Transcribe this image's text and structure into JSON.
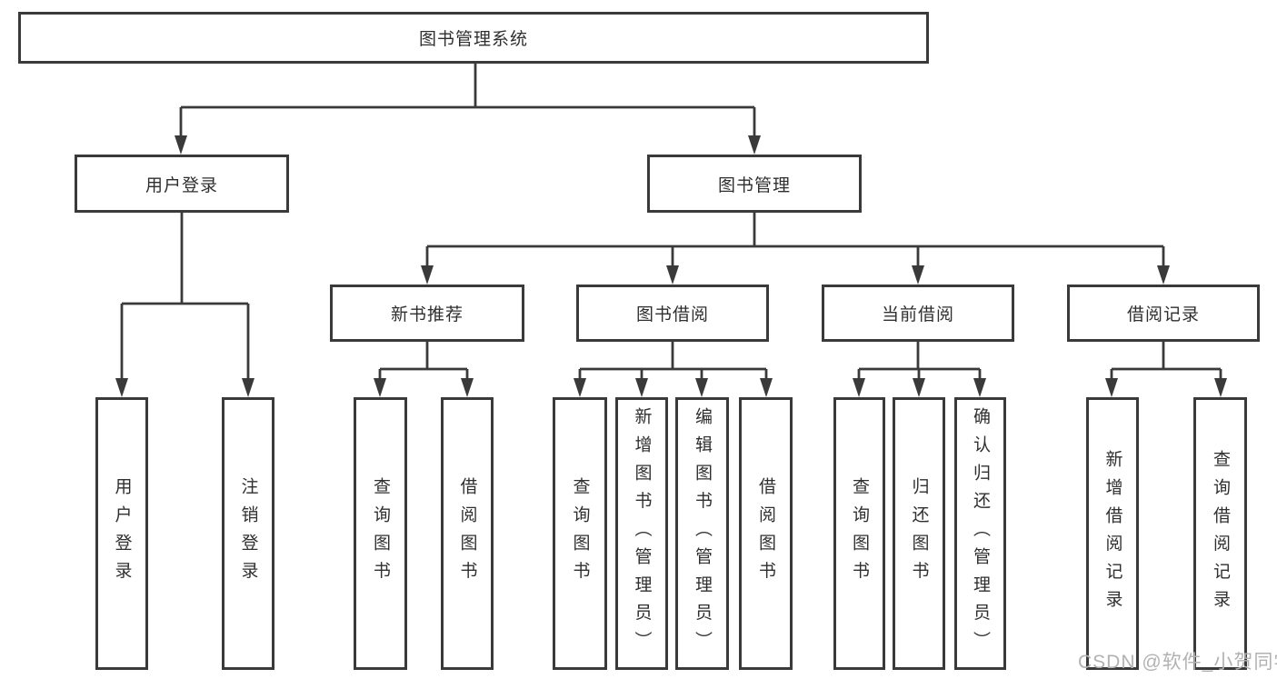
{
  "watermark": "CSDN @软件_小贺同学",
  "colors": {
    "line": "#3a3a3a",
    "text": "#2f2f2f",
    "watermark": "#b2b2b2",
    "background": "#ffffff"
  },
  "tree": {
    "root": {
      "label": "图书管理系统"
    },
    "branches": [
      {
        "label": "用户登录",
        "children": [
          "用户登录",
          "注销登录"
        ]
      },
      {
        "label": "图书管理",
        "sections": [
          {
            "label": "新书推荐",
            "children": [
              "查询图书",
              "借阅图书"
            ]
          },
          {
            "label": "图书借阅",
            "children": [
              "查询图书",
              "新增图书（管理员）",
              "编辑图书（管理员）",
              "借阅图书"
            ]
          },
          {
            "label": "当前借阅",
            "children": [
              "查询图书",
              "归还图书",
              "确认归还（管理员）"
            ]
          },
          {
            "label": "借阅记录",
            "children": [
              "新增借阅记录",
              "查询借阅记录"
            ]
          }
        ]
      }
    ]
  }
}
